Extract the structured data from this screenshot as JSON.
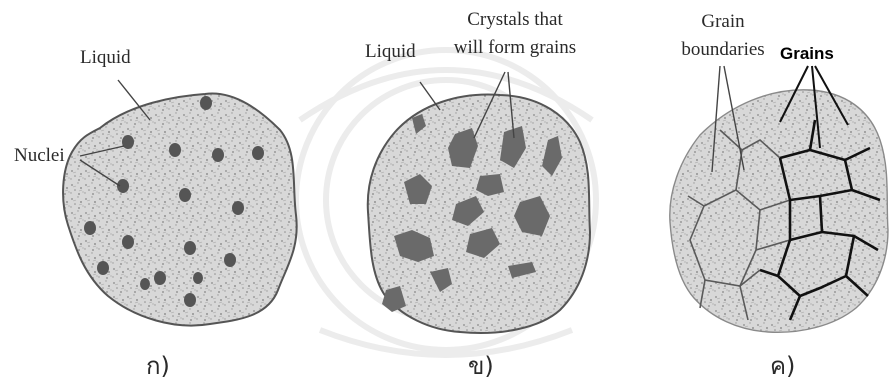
{
  "panels": [
    {
      "caption": "ก)",
      "labels": {
        "liquid": "Liquid",
        "nuclei": "Nuclei"
      }
    },
    {
      "caption": "ข)",
      "labels": {
        "liquid": "Liquid",
        "crystals_line1": "Crystals that",
        "crystals_line2": "will form grains"
      }
    },
    {
      "caption": "ค)",
      "labels": {
        "boundaries_line1": "Grain",
        "boundaries_line2": "boundaries",
        "grains": "Grains"
      }
    }
  ],
  "colors": {
    "liquid_fill": "#d4d4d4",
    "solid_fill": "#6a6a6a",
    "outline": "#555555",
    "grain_boundary_thin": "#5a5a5a",
    "grain_boundary_bold": "#111111",
    "watermark": "#e6e6e6"
  }
}
